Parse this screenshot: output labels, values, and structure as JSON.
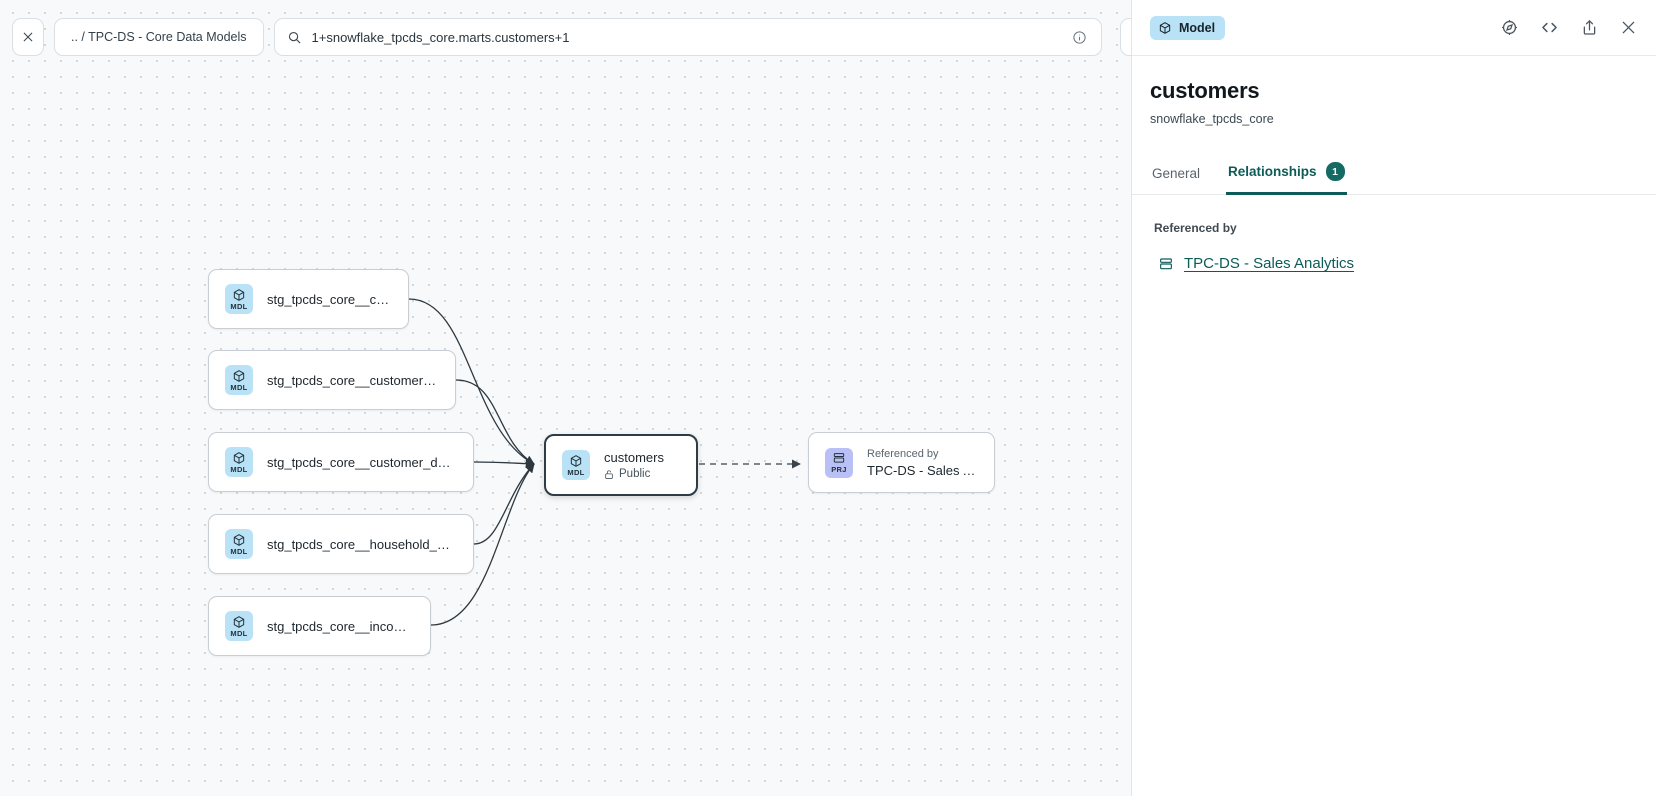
{
  "toolbar": {
    "close_label": "",
    "breadcrumb": ".. / TPC-DS - Core Data Models",
    "search_value": "1+snowflake_tpcds_core.marts.customers+1",
    "search_icon": "search-icon",
    "info_icon": "info-circle-icon",
    "refresh_icon": "refresh-icon"
  },
  "graph": {
    "nodes": [
      {
        "id": "n1",
        "badge": "MDL",
        "title": "stg_tpcds_core__customer"
      },
      {
        "id": "n2",
        "badge": "MDL",
        "title": "stg_tpcds_core__customer_address"
      },
      {
        "id": "n3",
        "badge": "MDL",
        "title": "stg_tpcds_core__customer_demogra…"
      },
      {
        "id": "n4",
        "badge": "MDL",
        "title": "stg_tpcds_core__household_demogr…"
      },
      {
        "id": "n5",
        "badge": "MDL",
        "title": "stg_tpcds_core__income_band"
      }
    ],
    "center": {
      "badge": "MDL",
      "title": "customers",
      "visibility": "Public",
      "lock_icon": "lock-icon"
    },
    "downstream": {
      "badge": "PRJ",
      "kicker": "Referenced by",
      "title": "TPC-DS - Sales Analytics"
    }
  },
  "panel": {
    "type_chip": "Model",
    "type_chip_icon": "cube-icon",
    "actions": [
      {
        "name": "explore-icon"
      },
      {
        "name": "code-icon"
      },
      {
        "name": "share-icon"
      },
      {
        "name": "close-icon"
      }
    ],
    "title": "customers",
    "subtitle": "snowflake_tpcds_core",
    "tabs": [
      {
        "label": "General",
        "count": null,
        "active": false
      },
      {
        "label": "Relationships",
        "count": "1",
        "active": true
      }
    ],
    "section_label": "Referenced by",
    "referenced_by": [
      {
        "label": "TPC-DS - Sales Analytics",
        "icon": "project-icon"
      }
    ]
  },
  "colors": {
    "accent": "#0c5b57",
    "badge_model": "#b9e2f6",
    "badge_project": "#b9c0f6",
    "canvas": "#f7f9fa"
  }
}
